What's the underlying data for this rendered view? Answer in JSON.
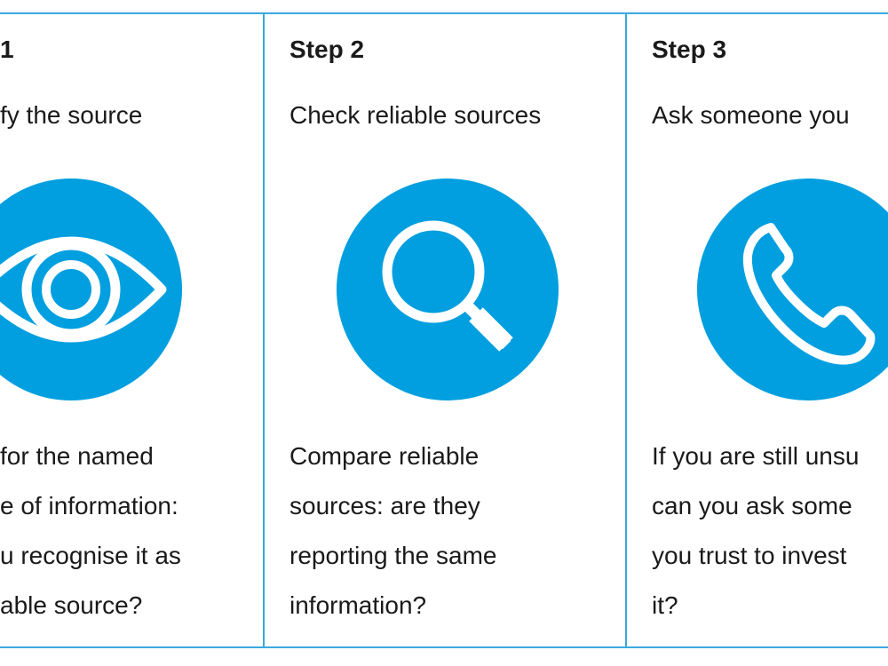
{
  "steps": [
    {
      "title": "1",
      "subtitle": "fy the source",
      "icon": "eye-icon",
      "description": [
        "for the named",
        "e of information:",
        "u recognise it as",
        "able source?"
      ]
    },
    {
      "title": "Step 2",
      "subtitle": "Check reliable sources",
      "icon": "magnifier-icon",
      "description": [
        "Compare reliable",
        "sources: are they",
        "reporting the same",
        "information?"
      ]
    },
    {
      "title": "Step 3",
      "subtitle": "Ask someone you",
      "icon": "phone-icon",
      "description": [
        "If you are still unsu",
        "can you ask some",
        "you trust to invest",
        "it?"
      ]
    }
  ],
  "colors": {
    "accent": "#019fdf",
    "border": "#3aa8e0",
    "text": "#1a1a1a"
  }
}
